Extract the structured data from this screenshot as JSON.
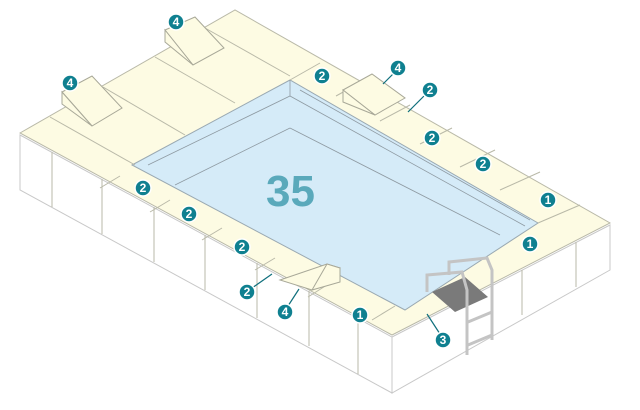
{
  "diagram": {
    "pool_size_label": "35",
    "accent_color": "#0f8090",
    "callouts": [
      {
        "id": "c1",
        "number": "4"
      },
      {
        "id": "c2",
        "number": "4"
      },
      {
        "id": "c3",
        "number": "4"
      },
      {
        "id": "c4",
        "number": "4"
      },
      {
        "id": "c5",
        "number": "2"
      },
      {
        "id": "c6",
        "number": "2"
      },
      {
        "id": "c7",
        "number": "2"
      },
      {
        "id": "c8",
        "number": "2"
      },
      {
        "id": "c9",
        "number": "2"
      },
      {
        "id": "c10",
        "number": "2"
      },
      {
        "id": "c11",
        "number": "2"
      },
      {
        "id": "c12",
        "number": "2"
      },
      {
        "id": "c13",
        "number": "1"
      },
      {
        "id": "c14",
        "number": "1"
      },
      {
        "id": "c15",
        "number": "1"
      },
      {
        "id": "c16",
        "number": "3"
      }
    ]
  }
}
